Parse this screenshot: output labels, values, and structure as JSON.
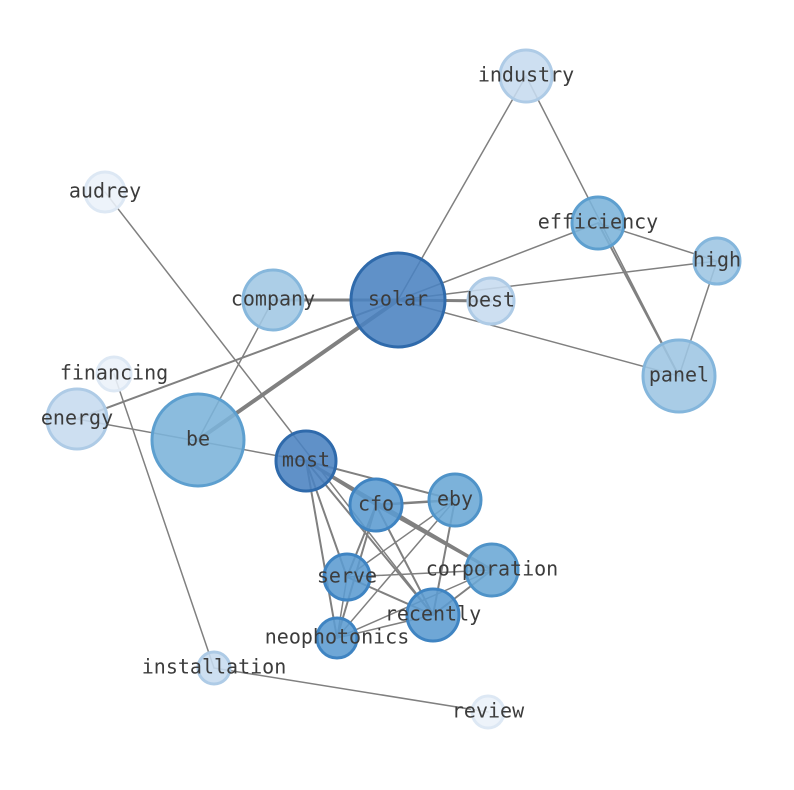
{
  "graph": {
    "nodes": [
      {
        "id": "industry",
        "label": "industry",
        "fill": "#c6dbef",
        "stroke": "#aecbe6"
      },
      {
        "id": "audrey",
        "label": "audrey",
        "fill": "#eaf1f9",
        "stroke": "#dde8f4"
      },
      {
        "id": "efficiency",
        "label": "efficiency",
        "fill": "#7bb3da",
        "stroke": "#5d9fcf"
      },
      {
        "id": "high",
        "label": "high",
        "fill": "#9dc5e3",
        "stroke": "#84b6dc"
      },
      {
        "id": "company",
        "label": "company",
        "fill": "#a0c7e4",
        "stroke": "#86b7dc"
      },
      {
        "id": "solar",
        "label": "solar",
        "fill": "#4a82c0",
        "stroke": "#2f6aab"
      },
      {
        "id": "best",
        "label": "best",
        "fill": "#c6dbef",
        "stroke": "#aecbe6"
      },
      {
        "id": "financing",
        "label": "financing",
        "fill": "#eaf1f9",
        "stroke": "#dde8f4"
      },
      {
        "id": "panel",
        "label": "panel",
        "fill": "#9dc5e3",
        "stroke": "#84b6dc"
      },
      {
        "id": "energy",
        "label": "energy",
        "fill": "#c6dbef",
        "stroke": "#aecbe6"
      },
      {
        "id": "be",
        "label": "be",
        "fill": "#7bb3da",
        "stroke": "#5d9fcf"
      },
      {
        "id": "most",
        "label": "most",
        "fill": "#4a82c0",
        "stroke": "#2f6aab"
      },
      {
        "id": "cfo",
        "label": "cfo",
        "fill": "#5b9bd0",
        "stroke": "#3f84c2"
      },
      {
        "id": "eby",
        "label": "eby",
        "fill": "#6aa7d5",
        "stroke": "#4f93c8"
      },
      {
        "id": "corporation",
        "label": "corporation",
        "fill": "#6aa7d5",
        "stroke": "#4f93c8"
      },
      {
        "id": "serve",
        "label": "serve",
        "fill": "#5b9bd0",
        "stroke": "#3f84c2"
      },
      {
        "id": "recently",
        "label": "recently",
        "fill": "#5b9bd0",
        "stroke": "#3f84c2"
      },
      {
        "id": "neophotonics",
        "label": "neophotonics",
        "fill": "#5b9bd0",
        "stroke": "#3f84c2"
      },
      {
        "id": "installation",
        "label": "installation",
        "fill": "#c6dbef",
        "stroke": "#aecbe6"
      },
      {
        "id": "review",
        "label": "review",
        "fill": "#eaf1f9",
        "stroke": "#dde8f4"
      }
    ],
    "edges": [
      {
        "source": "solar",
        "target": "company",
        "weight": 3
      },
      {
        "source": "solar",
        "target": "best",
        "weight": 3
      },
      {
        "source": "solar",
        "target": "be",
        "weight": 4
      },
      {
        "source": "solar",
        "target": "industry",
        "weight": 1.5
      },
      {
        "source": "solar",
        "target": "efficiency",
        "weight": 1.5
      },
      {
        "source": "solar",
        "target": "high",
        "weight": 1.5
      },
      {
        "source": "solar",
        "target": "panel",
        "weight": 1.5
      },
      {
        "source": "solar",
        "target": "energy",
        "weight": 2
      },
      {
        "source": "industry",
        "target": "panel",
        "weight": 1.5
      },
      {
        "source": "efficiency",
        "target": "high",
        "weight": 1.5
      },
      {
        "source": "efficiency",
        "target": "panel",
        "weight": 2
      },
      {
        "source": "high",
        "target": "panel",
        "weight": 1.5
      },
      {
        "source": "company",
        "target": "be",
        "weight": 1.5
      },
      {
        "source": "energy",
        "target": "most",
        "weight": 1.5
      },
      {
        "source": "audrey",
        "target": "recently",
        "weight": 1.5
      },
      {
        "source": "financing",
        "target": "installation",
        "weight": 1.5
      },
      {
        "source": "installation",
        "target": "review",
        "weight": 1.5
      },
      {
        "source": "most",
        "target": "cfo",
        "weight": 2.5
      },
      {
        "source": "most",
        "target": "eby",
        "weight": 2
      },
      {
        "source": "most",
        "target": "corporation",
        "weight": 3
      },
      {
        "source": "most",
        "target": "serve",
        "weight": 2
      },
      {
        "source": "most",
        "target": "recently",
        "weight": 2
      },
      {
        "source": "most",
        "target": "neophotonics",
        "weight": 2
      },
      {
        "source": "cfo",
        "target": "eby",
        "weight": 2.5
      },
      {
        "source": "cfo",
        "target": "corporation",
        "weight": 3
      },
      {
        "source": "cfo",
        "target": "serve",
        "weight": 2
      },
      {
        "source": "cfo",
        "target": "recently",
        "weight": 2
      },
      {
        "source": "cfo",
        "target": "neophotonics",
        "weight": 2
      },
      {
        "source": "eby",
        "target": "serve",
        "weight": 1.5
      },
      {
        "source": "eby",
        "target": "recently",
        "weight": 2
      },
      {
        "source": "eby",
        "target": "neophotonics",
        "weight": 1.5
      },
      {
        "source": "corporation",
        "target": "serve",
        "weight": 1.5
      },
      {
        "source": "corporation",
        "target": "recently",
        "weight": 2
      },
      {
        "source": "corporation",
        "target": "neophotonics",
        "weight": 1.5
      },
      {
        "source": "serve",
        "target": "recently",
        "weight": 2
      },
      {
        "source": "serve",
        "target": "neophotonics",
        "weight": 1.5
      },
      {
        "source": "recently",
        "target": "neophotonics",
        "weight": 1.5
      }
    ]
  }
}
